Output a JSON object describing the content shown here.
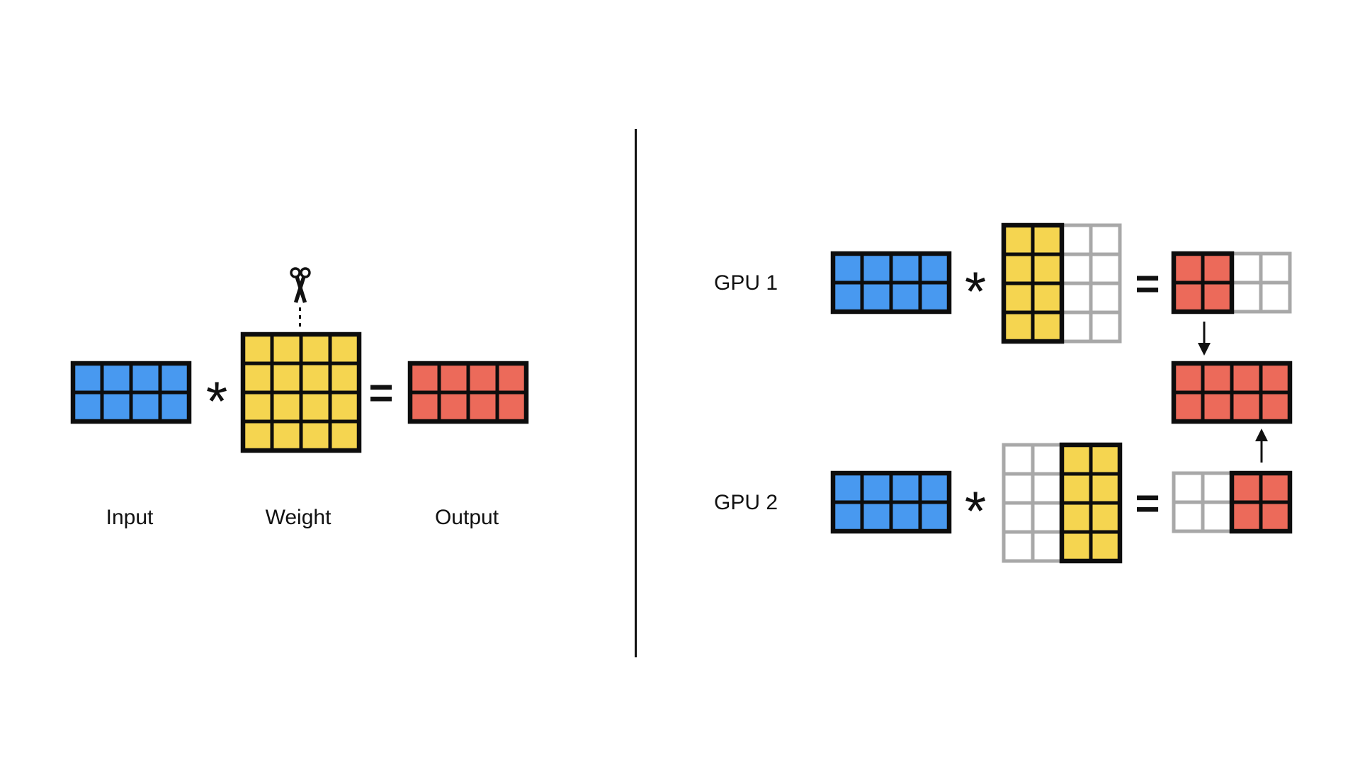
{
  "colors": {
    "blue": "#4899f0",
    "yellow": "#f5d550",
    "red": "#ec6a5a",
    "white": "#ffffff",
    "grid_black": "#0d0d0d",
    "grid_gray": "#a8a8a8",
    "text": "#111111"
  },
  "icons": {
    "cut": "scissors-icon",
    "gpu1_to_combined": "down-arrow-icon",
    "gpu2_to_combined": "up-arrow-icon"
  },
  "operators": {
    "multiply": "*",
    "equals": "="
  },
  "left_panel": {
    "labels": {
      "input": "Input",
      "weight": "Weight",
      "output": "Output"
    },
    "matrices": {
      "input": {
        "rows": 2,
        "cols": 4,
        "cell": 41,
        "groups": [
          {
            "cols": 4,
            "fill": "blue",
            "stroke": "grid_black"
          }
        ]
      },
      "weight": {
        "rows": 4,
        "cols": 4,
        "cell": 41,
        "groups": [
          {
            "cols": 4,
            "fill": "yellow",
            "stroke": "grid_black"
          }
        ]
      },
      "output": {
        "rows": 2,
        "cols": 4,
        "cell": 41,
        "groups": [
          {
            "cols": 4,
            "fill": "red",
            "stroke": "grid_black"
          }
        ]
      }
    }
  },
  "right_panel": {
    "gpu1": {
      "label": "GPU 1",
      "input": {
        "rows": 2,
        "cols": 4,
        "cell": 41,
        "groups": [
          {
            "cols": 4,
            "fill": "blue",
            "stroke": "grid_black"
          }
        ]
      },
      "weight": {
        "rows": 4,
        "cols": 4,
        "cell": 41,
        "groups": [
          {
            "cols": 2,
            "fill": "yellow",
            "stroke": "grid_black"
          },
          {
            "cols": 2,
            "fill": "white",
            "stroke": "grid_gray"
          }
        ]
      },
      "result": {
        "rows": 2,
        "cols": 4,
        "cell": 41,
        "groups": [
          {
            "cols": 2,
            "fill": "red",
            "stroke": "grid_black"
          },
          {
            "cols": 2,
            "fill": "white",
            "stroke": "grid_gray"
          }
        ]
      }
    },
    "gpu2": {
      "label": "GPU 2",
      "input": {
        "rows": 2,
        "cols": 4,
        "cell": 41,
        "groups": [
          {
            "cols": 4,
            "fill": "blue",
            "stroke": "grid_black"
          }
        ]
      },
      "weight": {
        "rows": 4,
        "cols": 4,
        "cell": 41,
        "groups": [
          {
            "cols": 2,
            "fill": "white",
            "stroke": "grid_gray"
          },
          {
            "cols": 2,
            "fill": "yellow",
            "stroke": "grid_black"
          }
        ]
      },
      "result": {
        "rows": 2,
        "cols": 4,
        "cell": 41,
        "groups": [
          {
            "cols": 2,
            "fill": "white",
            "stroke": "grid_gray"
          },
          {
            "cols": 2,
            "fill": "red",
            "stroke": "grid_black"
          }
        ]
      }
    },
    "combined": {
      "rows": 2,
      "cols": 4,
      "cell": 41,
      "groups": [
        {
          "cols": 4,
          "fill": "red",
          "stroke": "grid_black"
        }
      ]
    }
  }
}
